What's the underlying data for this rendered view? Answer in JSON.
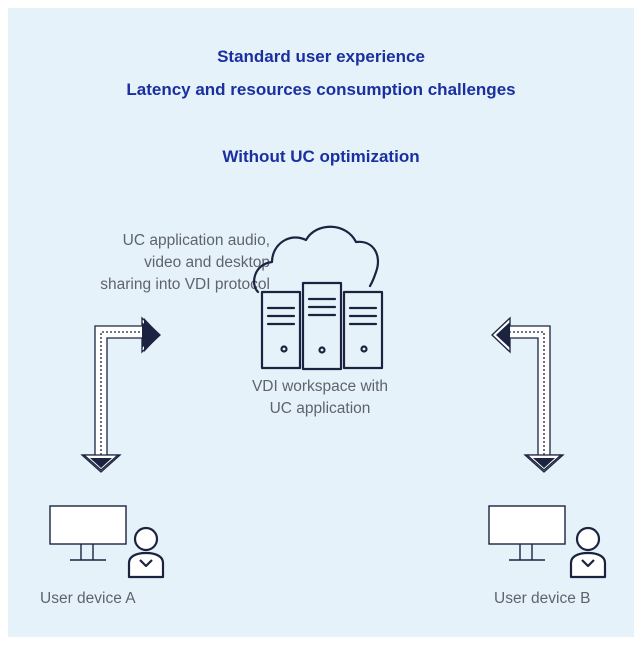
{
  "header": {
    "line1": "Standard user experience",
    "line2": "Latency and resources consumption challenges",
    "subtitle": "Without UC optimization"
  },
  "protocol_label": {
    "line1": "UC application audio,",
    "line2": "video and desktop",
    "line3": "sharing into VDI protocol"
  },
  "workspace_label": {
    "line1": "VDI workspace with",
    "line2": "UC application"
  },
  "device_a_label": "User device A",
  "device_b_label": "User device B",
  "colors": {
    "background": "#e6f2fa",
    "title": "#1a2fa0",
    "stroke": "#1c2340",
    "text": "#5f636b"
  }
}
